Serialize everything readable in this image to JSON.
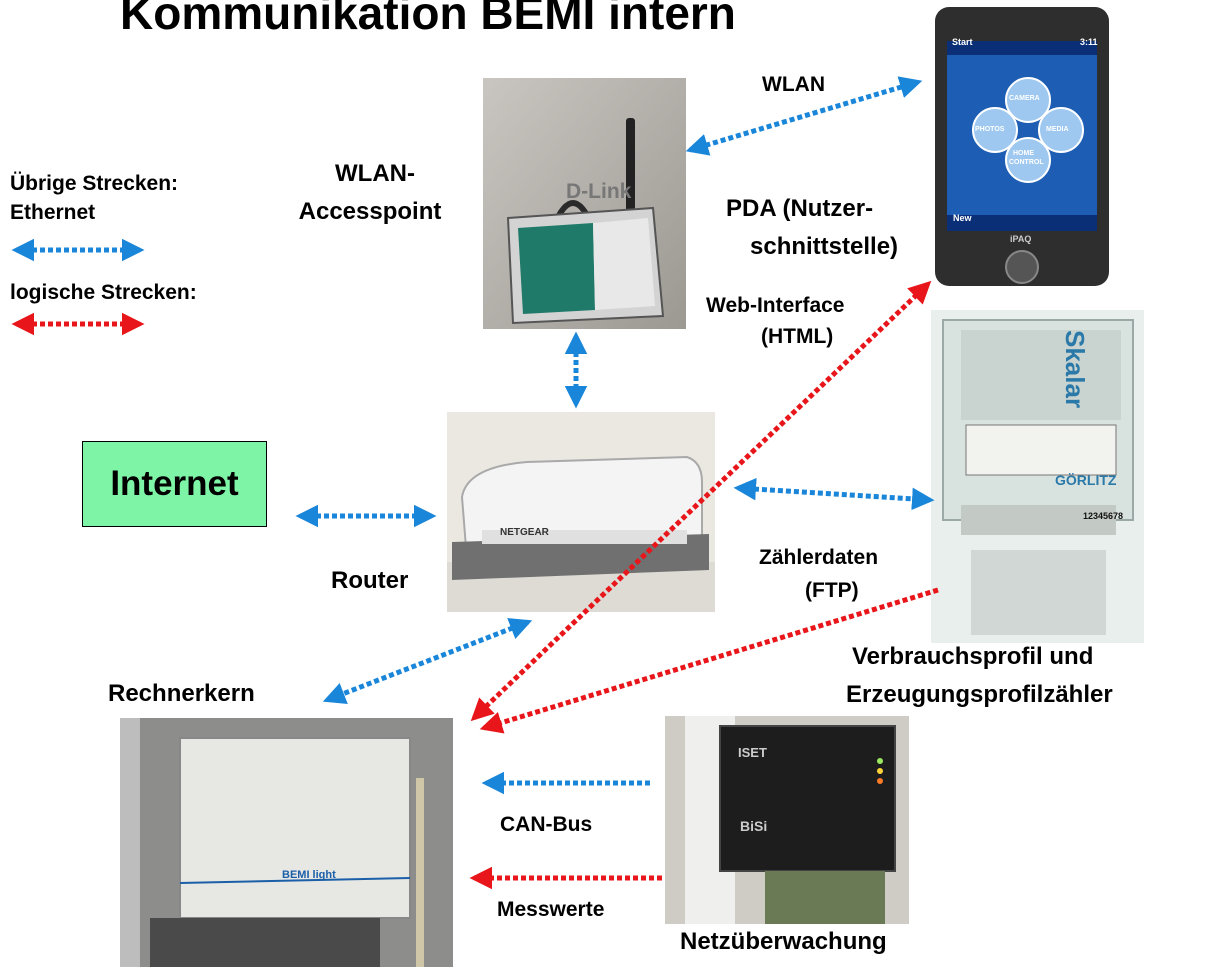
{
  "title": "Kommunikation BEMI intern",
  "legend": {
    "ethernet_label_1": "Übrige Strecken:",
    "ethernet_label_2": "Ethernet",
    "logical_label": "logische Strecken:"
  },
  "nodes": {
    "wlan_ap": {
      "line1": "WLAN-",
      "line2": "Accesspoint"
    },
    "pda": {
      "line1": "PDA (Nutzer-",
      "line2": "schnittstelle)"
    },
    "internet": "Internet",
    "router": "Router",
    "meter": {
      "line1": "Verbrauchsprofil und",
      "line2": "Erzeugungsprofilzähler"
    },
    "core": "Rechnerkern",
    "grid": "Netzüberwachung"
  },
  "edges": {
    "wlan": "WLAN",
    "web": {
      "line1": "Web-Interface",
      "line2": "(HTML)"
    },
    "meterdata": {
      "line1": "Zählerdaten",
      "line2": "(FTP)"
    },
    "canbus": "CAN-Bus",
    "measure": "Messwerte"
  },
  "device_text": {
    "router_brand": "NETGEAR",
    "ap_brand": "D-Link",
    "pda_start": "Start",
    "pda_time": "3:11",
    "pda_new": "New",
    "pda_model": "iPAQ",
    "pda_photos": "PHOTOS",
    "pda_camera": "CAMERA",
    "pda_media": "MEDIA",
    "pda_home": "HOME",
    "pda_control": "CONTROL",
    "meter_brand": "Skalar",
    "meter_maker": "GÖRLITZ",
    "meter_number": "12345678",
    "bemi_label": "BEMI light",
    "bisi_maker": "ISET",
    "bisi_label": "BiSi"
  },
  "colors": {
    "ethernet": "#1a86d9",
    "logical": "#e8161a",
    "internet_fill": "#7ef5a6"
  }
}
